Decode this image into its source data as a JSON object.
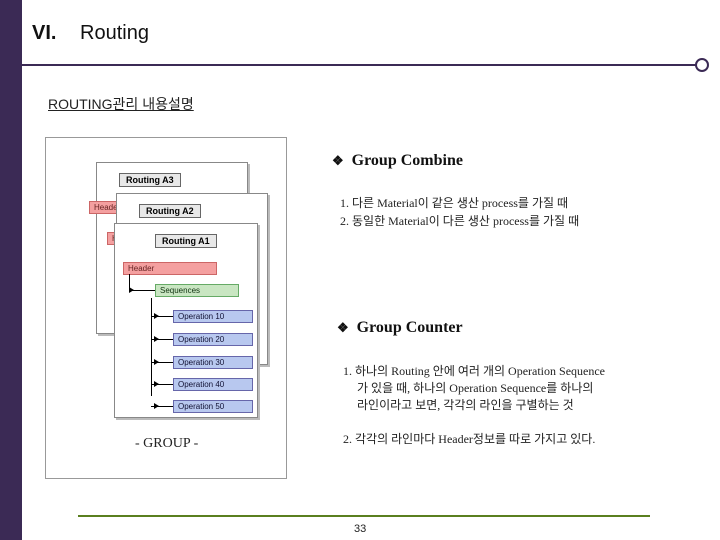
{
  "header": {
    "number": "VI.",
    "title": "Routing"
  },
  "subtitle": "ROUTING관리 내용설명",
  "figure": {
    "cards": [
      "Routing A3",
      "Routing A2",
      "Routing A1"
    ],
    "header_label": "Header",
    "header_label_partial": "Heade",
    "sequences_label": "Sequences",
    "operations": [
      "Operation 10",
      "Operation 20",
      "Operation 30",
      "Operation 40",
      "Operation 50"
    ],
    "caption": "- GROUP -"
  },
  "group_combine": {
    "bullet": "❖",
    "title": "Group Combine",
    "items": [
      "1. 다른 Material이 같은 생산 process를 가질 때",
      "2. 동일한 Material이 다른 생산 process를 가질 때"
    ]
  },
  "group_counter": {
    "bullet": "❖",
    "title": "Group Counter",
    "items": [
      "1. 하나의 Routing 안에 여러 개의 Operation Sequence",
      "가 있을 때, 하나의 Operation Sequence를 하나의",
      "라인이라고 보면, 각각의 라인을 구별하는 것",
      "2. 각각의 라인마다 Header정보를 따로 가지고 있다."
    ]
  },
  "page_number": "33",
  "colors": {
    "accent": "#3b2a55",
    "footer_line": "#5a7f1f"
  }
}
